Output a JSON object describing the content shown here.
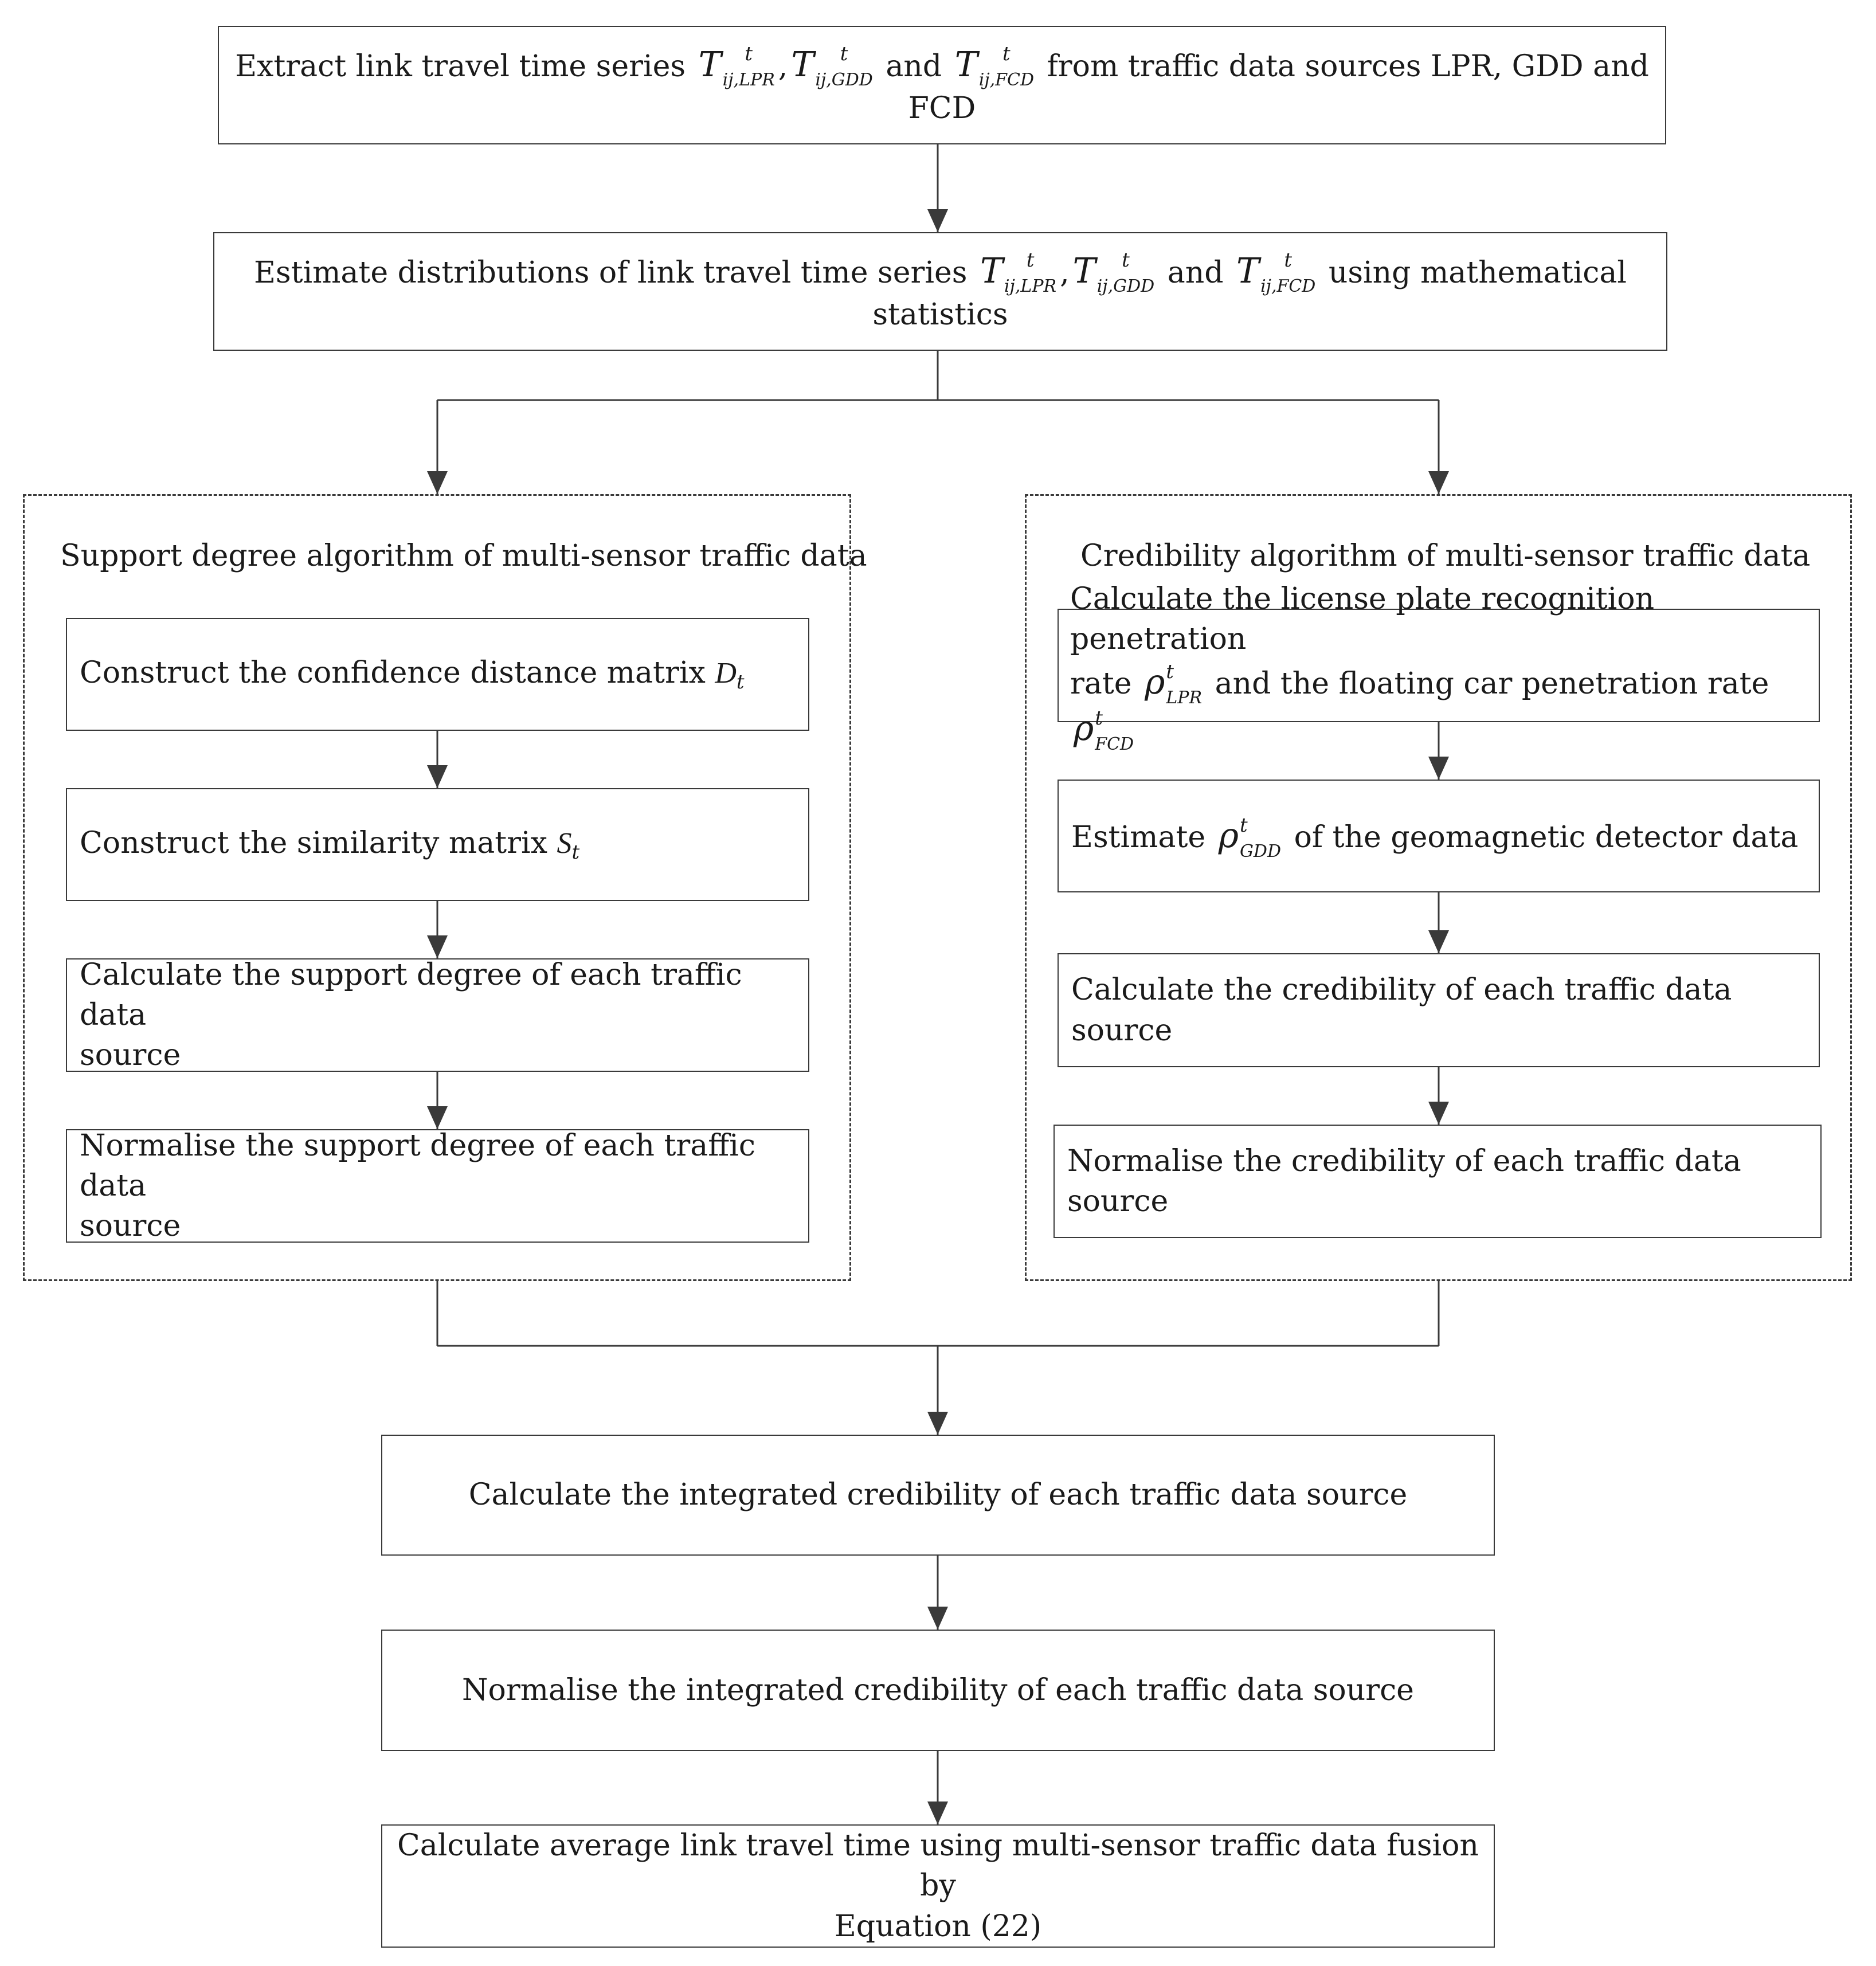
{
  "steps": {
    "extract": {
      "prefix": "Extract link travel time series",
      "sym1": {
        "base": "T",
        "sup": "t",
        "sub": "ij,LPR"
      },
      "sep": ",",
      "sym2": {
        "base": "T",
        "sup": "t",
        "sub": "ij,GDD"
      },
      "and": "and",
      "sym3": {
        "base": "T",
        "sup": "t",
        "sub": "ij,FCD"
      },
      "suffix": "from traffic data sources LPR, GDD and FCD"
    },
    "estimate": {
      "prefix": "Estimate distributions of link travel time series",
      "sym1": {
        "base": "T",
        "sup": "t",
        "sub": "ij,LPR"
      },
      "sep": ",",
      "sym2": {
        "base": "T",
        "sup": "t",
        "sub": "ij,GDD"
      },
      "and": "and",
      "sym3": {
        "base": "T",
        "sup": "t",
        "sub": "ij,FCD"
      },
      "suffix": "using mathematical statistics"
    },
    "integrated": "Calculate the integrated credibility of each traffic data source",
    "normalise_integrated": "Normalise the integrated credibility of each traffic data source",
    "average": {
      "line1": "Calculate average link travel time using multi-sensor traffic data fusion by",
      "line2": "Equation (22)"
    }
  },
  "support_group": {
    "title": "Support degree algorithm of multi-sensor traffic data",
    "step1": {
      "text": "Construct the confidence distance matrix",
      "sym_base": "D",
      "sym_sub": "t"
    },
    "step2": {
      "text": "Construct the similarity matrix",
      "sym_base": "S",
      "sym_sub": "t"
    },
    "step3": {
      "line1": "Calculate the support degree of each traffic data",
      "line2": "source"
    },
    "step4": {
      "line1": "Normalise the support degree of each traffic data",
      "line2": "source"
    }
  },
  "credibility_group": {
    "title": "Credibility algorithm of multi-sensor traffic data",
    "step1": {
      "line1": "Calculate  the license plate recognition penetration",
      "rate": "rate",
      "sym1": {
        "base": "ρ",
        "sup": "t",
        "sub": "LPR"
      },
      "mid": "and the floating car penetration rate",
      "sym2": {
        "base": "ρ",
        "sup": "t",
        "sub": "FCD"
      }
    },
    "step2": {
      "prefix": "Estimate",
      "sym": {
        "base": "ρ",
        "sup": "t",
        "sub": "GDD"
      },
      "suffix": "of  the geomagnetic detector data"
    },
    "step3": "Calculate the credibility of each traffic data source",
    "step4": "Normalise the credibility of each traffic data source"
  },
  "colors": {
    "stroke": "#3a3a3a",
    "text": "#1a1a1a"
  }
}
